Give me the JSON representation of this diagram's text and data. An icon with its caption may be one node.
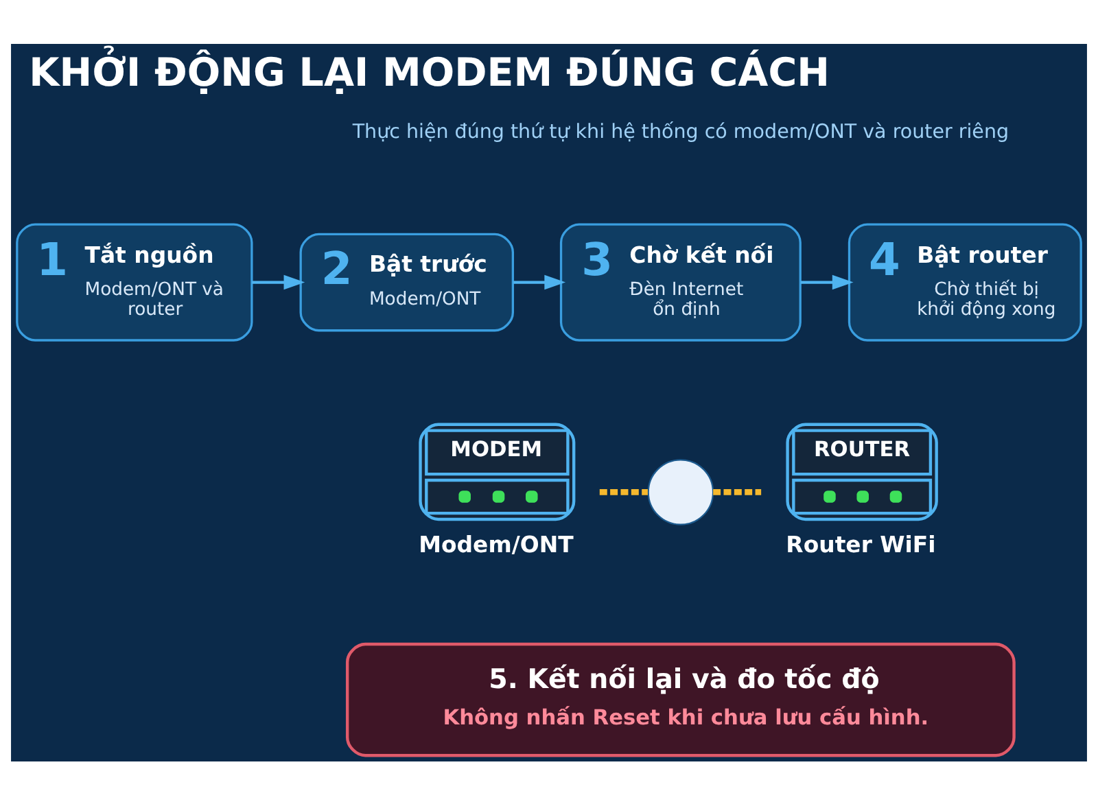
{
  "diagram": {
    "title": "KHỞI ĐỘNG LẠI MODEM ĐÚNG CÁCH",
    "nodes": [
      {
        "text": [
          "1",
          "Tắt nguồn",
          "Modem/ONT và router"
        ]
      },
      {
        "text": [
          "2",
          "Bật trước",
          "Modem/ONT"
        ]
      },
      {
        "text": [
          "3",
          "Chờ kết nối",
          "Đèn Internet ổn định"
        ]
      },
      {
        "text": [
          "4",
          "Bật router",
          "Chờ thiết bị khởi động xong"
        ]
      },
      {
        "text": [
          "MODEM"
        ],
        "beside": [
          "Modem/ONT"
        ]
      },
      {
        "text": [],
        "shape": "circle"
      },
      {
        "text": [
          "ROUTER"
        ],
        "beside": [
          "Router WiFi"
        ]
      },
      {
        "text": [
          "5. Kết nối lại và đo tốc độ",
          "Không nhấn Reset khi chưa lưu cấu hình."
        ]
      }
    ],
    "edges": [
      {
        "from": 0,
        "to": 1,
        "arrow": "to"
      },
      {
        "from": 1,
        "to": 2,
        "arrow": "to"
      },
      {
        "from": 2,
        "to": 3,
        "arrow": "to"
      },
      {
        "from": 4,
        "to": 5,
        "arrow": "none",
        "style": "dashed",
        "color": "#f5b82e"
      },
      {
        "from": 5,
        "to": 6,
        "arrow": "none",
        "style": "dashed",
        "color": "#f5b82e"
      }
    ],
    "labels": [
      "Thực hiện đúng thứ tự khi hệ thống có modem/ONT và router riêng"
    ]
  }
}
